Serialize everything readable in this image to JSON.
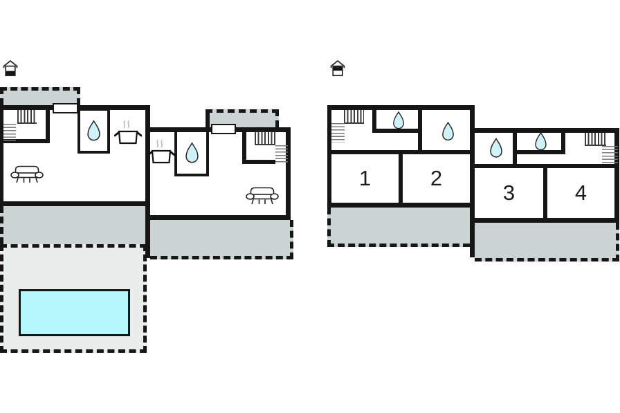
{
  "title": "holiday-home-floor-plan",
  "colors": {
    "background": "#ffffff",
    "wall": "#161616",
    "terrace_fill": "#ccd3d3",
    "pool_area_fill": "#e9edec",
    "pool_water": "#b5f7fa",
    "drop_fill": "#cff2f8",
    "steam": "#b3bbbd",
    "label_text": "#1c1c1c"
  },
  "plans": [
    {
      "name": "ground-floor",
      "indicator_icon": "house-ground-level-icon",
      "fixtures": [
        "staircase",
        "staircase",
        "bathroom-waterdrop",
        "bathroom-waterdrop",
        "kitchen-hotpot",
        "kitchen-hotpot",
        "sofa",
        "sofa",
        "window",
        "window"
      ],
      "outdoor": [
        "terrace-top-left",
        "terrace-top-right",
        "terrace-bottom-left",
        "terrace-bottom-right",
        "pool-area",
        "swimming-pool"
      ]
    },
    {
      "name": "first-floor",
      "indicator_icon": "house-upper-level-icon",
      "rooms": [
        {
          "label": "1"
        },
        {
          "label": "2"
        },
        {
          "label": "3"
        },
        {
          "label": "4"
        }
      ],
      "fixtures": [
        "staircase",
        "staircase",
        "bathroom-waterdrop",
        "bathroom-waterdrop",
        "bathroom-waterdrop",
        "bathroom-waterdrop"
      ],
      "outdoor": [
        "terrace-bottom-left",
        "terrace-bottom-right"
      ]
    }
  ]
}
